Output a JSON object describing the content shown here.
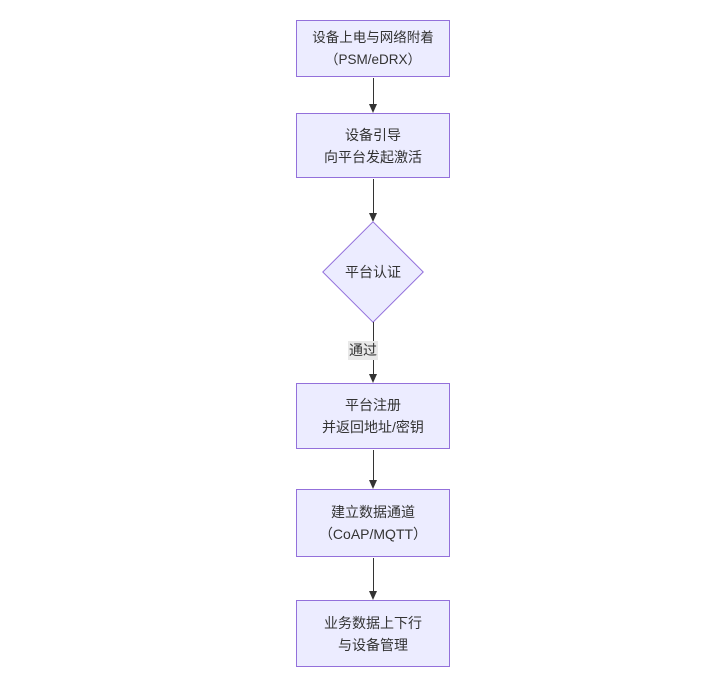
{
  "diagram": {
    "type": "flowchart-vertical",
    "background": "#ffffff",
    "node_fill": "#ECECFF",
    "node_border": "#9370DB",
    "text_color": "#333333",
    "arrow_color": "#333333",
    "edge_label_bg": "#e8e8e8",
    "nodes": [
      {
        "id": "power-on",
        "type": "rect",
        "lines": [
          "设备上电与网络附着",
          "（PSM/eDRX）"
        ]
      },
      {
        "id": "bootstrap",
        "type": "rect",
        "lines": [
          "设备引导",
          "向平台发起激活"
        ]
      },
      {
        "id": "platform-auth",
        "type": "diamond",
        "lines": [
          "平台认证"
        ]
      },
      {
        "id": "platform-register",
        "type": "rect",
        "lines": [
          "平台注册",
          "并返回地址/密钥"
        ]
      },
      {
        "id": "data-channel",
        "type": "rect",
        "lines": [
          "建立数据通道",
          "（CoAP/MQTT）"
        ]
      },
      {
        "id": "business-data",
        "type": "rect",
        "lines": [
          "业务数据上下行",
          "与设备管理"
        ]
      }
    ],
    "edges": [
      {
        "from": "power-on",
        "to": "bootstrap",
        "label": ""
      },
      {
        "from": "bootstrap",
        "to": "platform-auth",
        "label": ""
      },
      {
        "from": "platform-auth",
        "to": "platform-register",
        "label": "通过"
      },
      {
        "from": "platform-register",
        "to": "data-channel",
        "label": ""
      },
      {
        "from": "data-channel",
        "to": "business-data",
        "label": ""
      }
    ]
  }
}
